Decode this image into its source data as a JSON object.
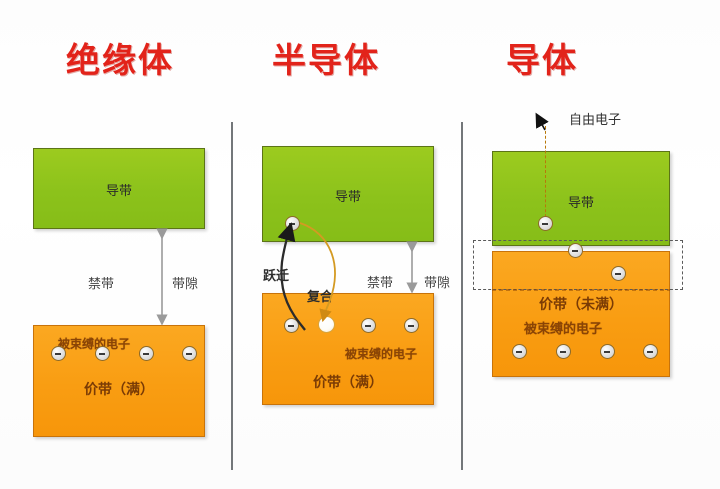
{
  "figure": {
    "topic": "energy band diagram comparison"
  },
  "panels": [
    {
      "id": "insulator",
      "title": "绝缘体",
      "conduction_band_label": "导带",
      "valence_band_label": "价带（满）",
      "bound_electrons_label": "被束缚的电子",
      "forbidden_band_label": "禁带",
      "band_gap_label": "带隙",
      "electron_count": 4
    },
    {
      "id": "semiconductor",
      "title": "半导体",
      "conduction_band_label": "导带",
      "valence_band_label": "价带（满）",
      "bound_electrons_label": "被束缚的电子",
      "forbidden_band_label": "禁带",
      "band_gap_label": "带隙",
      "transition_label": "跃迁",
      "recombination_label": "复合",
      "electron_count": 3,
      "hole_count": 1
    },
    {
      "id": "conductor",
      "title": "导体",
      "conduction_band_label": "导带",
      "valence_band_label": "价带（未满）",
      "bound_electrons_label": "被束缚的电子",
      "free_electron_label": "自由电子",
      "electron_count": 6
    }
  ],
  "colors": {
    "title_red": "#e2231a",
    "conduction_green": "#8cc21b",
    "conduction_border": "#5c7417",
    "valence_orange": "#f99d12",
    "valence_border": "#c8730a",
    "divider_gray": "#5a5f63"
  }
}
